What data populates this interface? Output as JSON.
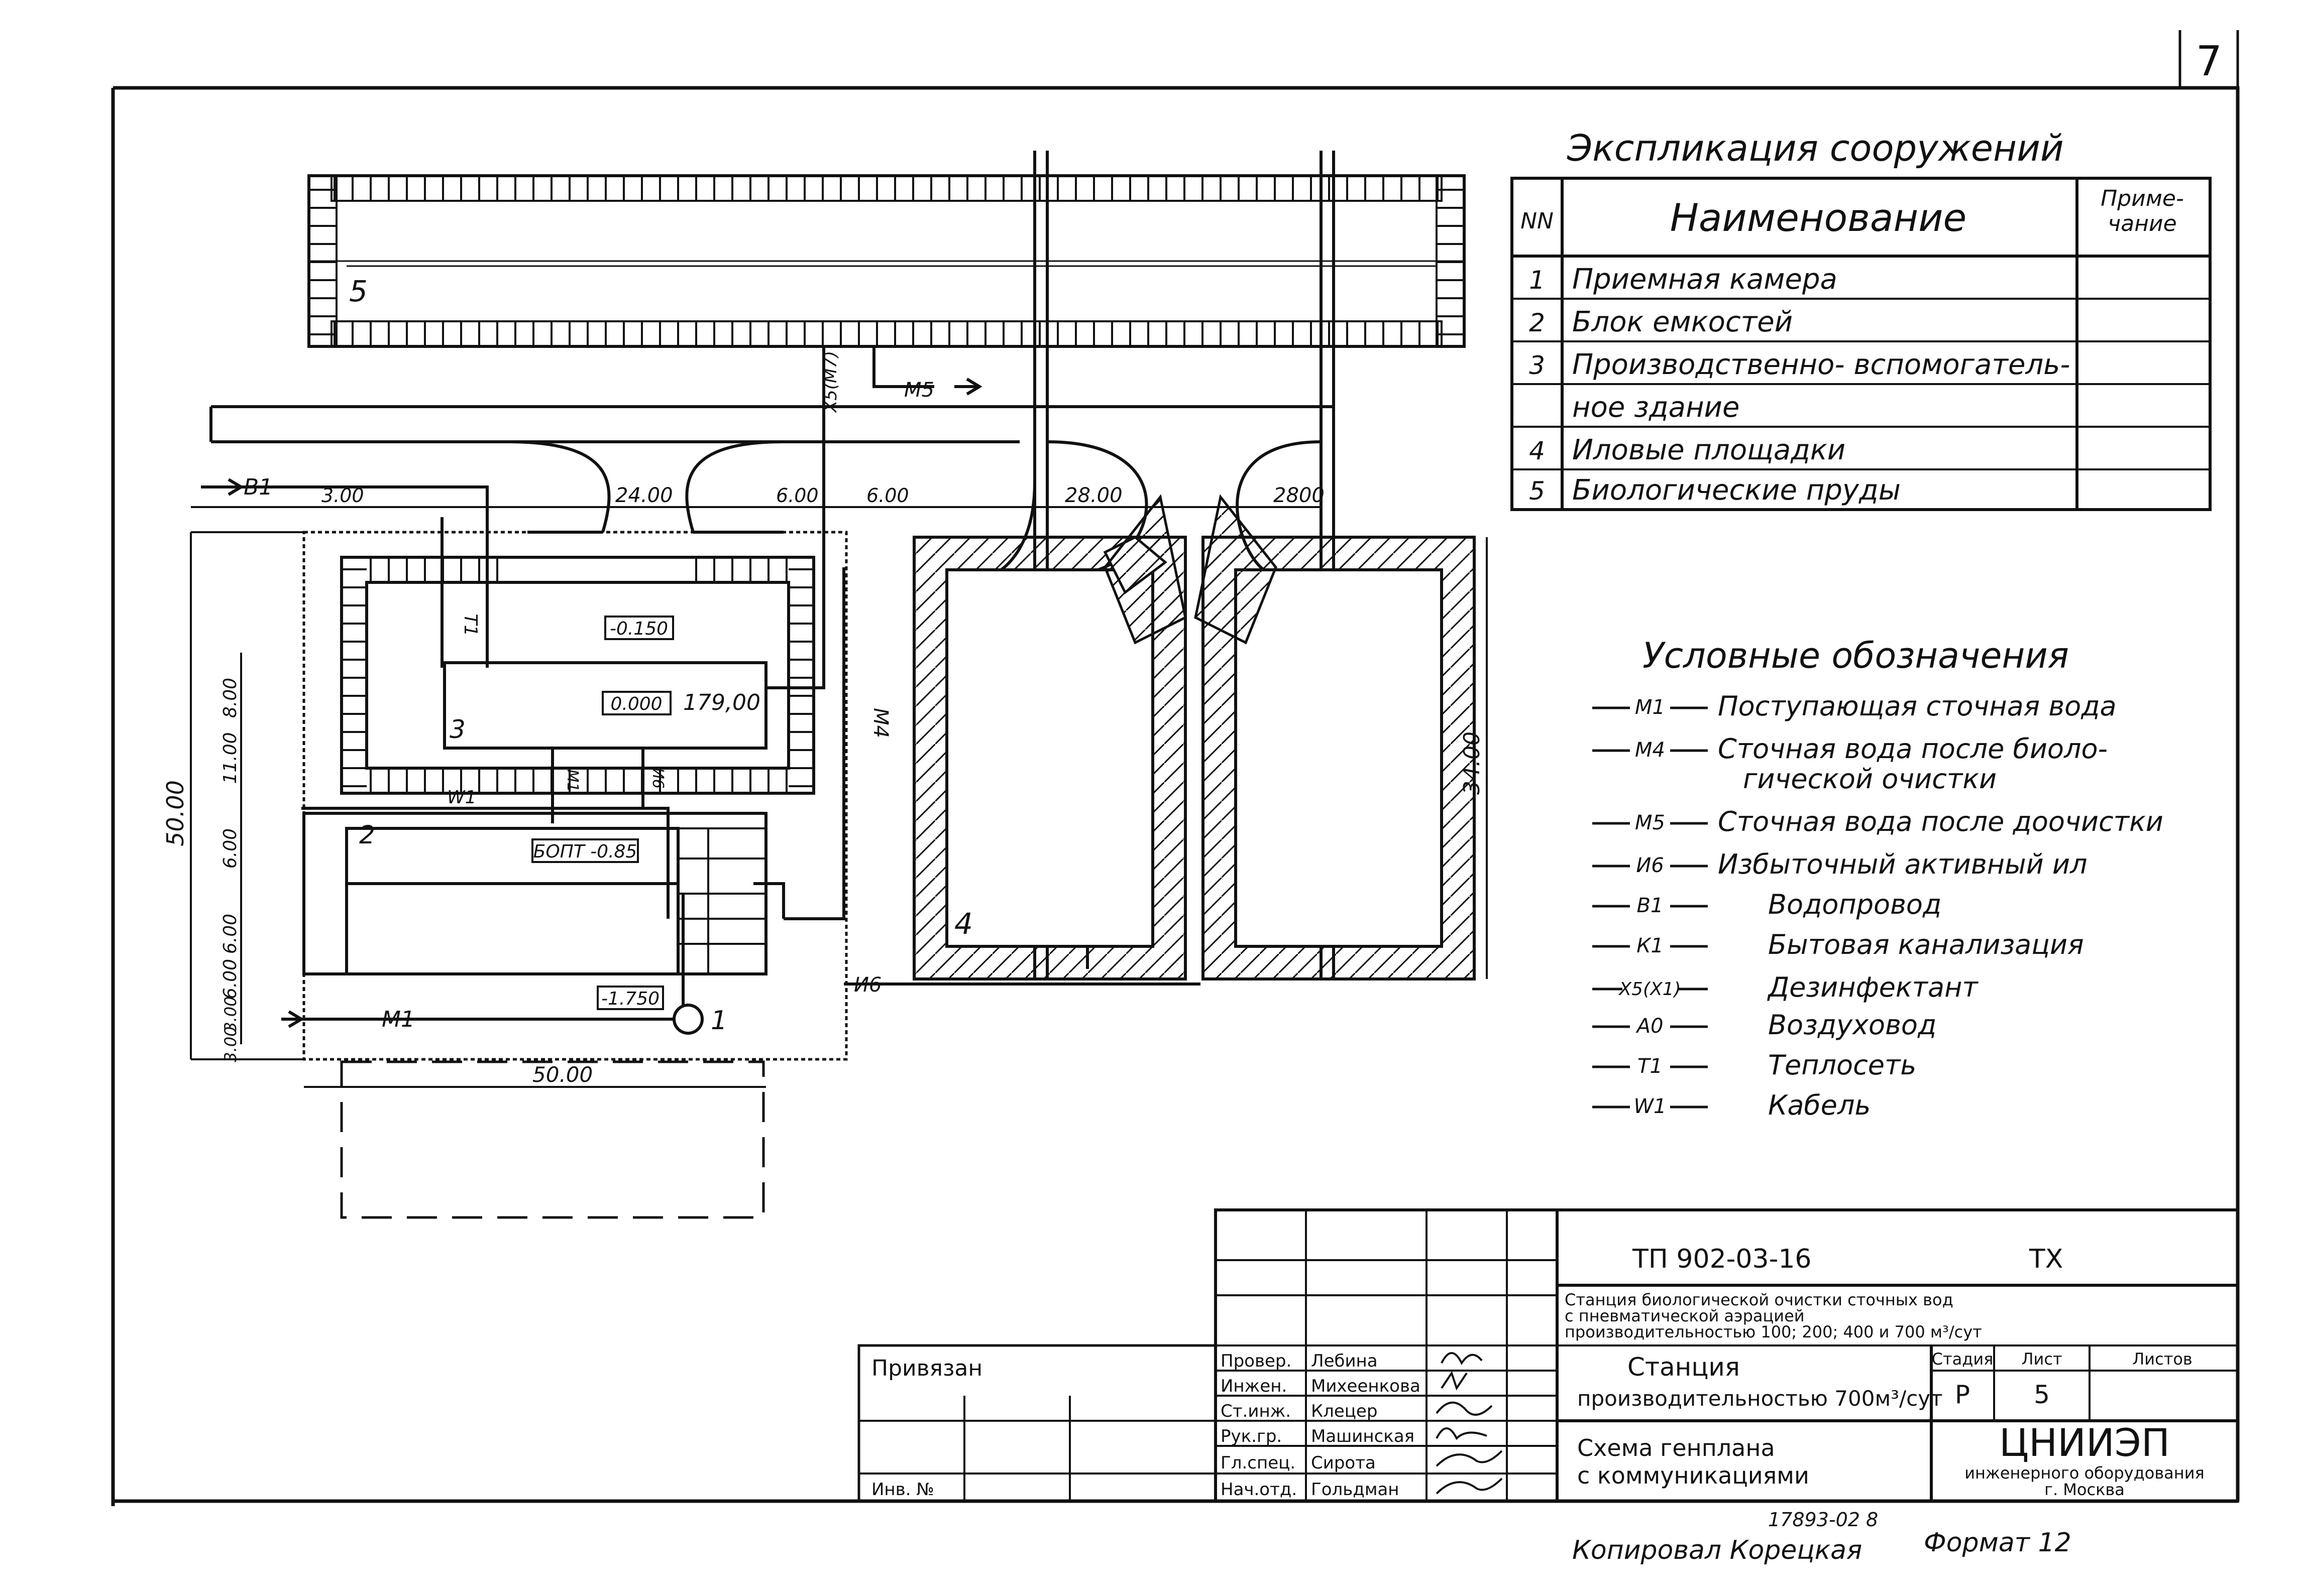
{
  "sheet_number": "7",
  "explication": {
    "title": "Экспликация сооружений",
    "headers": {
      "nn": "NN",
      "name": "Наименование",
      "note_line1": "Приме-",
      "note_line2": "чание"
    },
    "rows": [
      {
        "n": "1",
        "name": "Приемная камера"
      },
      {
        "n": "2",
        "name": "Блок емкостей"
      },
      {
        "n": "3",
        "name": "Производственно- вспомогатель-"
      },
      {
        "n": "",
        "name": "ное здание"
      },
      {
        "n": "4",
        "name": "Иловые площадки"
      },
      {
        "n": "5",
        "name": "Биологические пруды"
      }
    ]
  },
  "legend": {
    "title": "Условные обозначения",
    "items": [
      {
        "code": "М1",
        "text": "Поступающая сточная вода"
      },
      {
        "code": "М4",
        "text": "Сточная вода после биоло-"
      },
      {
        "code": "",
        "text": "гической очистки"
      },
      {
        "code": "М5",
        "text": "Сточная вода после доочистки"
      },
      {
        "code": "И6",
        "text": "Избыточный активный ил"
      },
      {
        "code": "В1",
        "text": "Водопровод"
      },
      {
        "code": "К1",
        "text": "Бытовая канализация"
      },
      {
        "code": "Х5(Х1)",
        "text": "Дезинфектант"
      },
      {
        "code": "А0",
        "text": "Воздуховод"
      },
      {
        "code": "Т1",
        "text": "Теплосеть"
      },
      {
        "code": "W1",
        "text": "Кабель"
      }
    ]
  },
  "plan": {
    "structure_labels": {
      "s1": "1",
      "s2": "2",
      "s3": "3",
      "s4": "4",
      "s5": "5"
    },
    "dimensions": {
      "d300": "3.00",
      "d2400": "24.00",
      "d600a": "6.00",
      "d600b": "6.00",
      "d2800a": "28.00",
      "d2800b": "2800",
      "d5000v": "50.00",
      "d5000h": "50.00",
      "d3400": "34.00",
      "v800": "8.00",
      "v1100": "11.00",
      "v600a": "6.00",
      "v600b": "6.00",
      "v600c": "6.00",
      "v300a": "3.00",
      "v300b": "3.00"
    },
    "elevations": {
      "e1": "-0.150",
      "e2": "0.000",
      "e2b": "179,00",
      "e3": "БОПТ -0.85",
      "e4": "-1.750"
    },
    "pipe_labels": {
      "m1": "М1",
      "m4": "М4",
      "m5": "М5",
      "b1": "В1",
      "i6": "И6",
      "t1": "Т1",
      "w1": "W1",
      "x5": "Х5(М7)",
      "a1": "М1",
      "a2": "И6"
    }
  },
  "title_block": {
    "code": "ТП 902-03-16",
    "mark": "ТХ",
    "description": [
      "Станция биологической очистки сточных вод",
      "с пневматической аэрацией",
      "производительностью 100; 200; 400 и 700 м³/сут"
    ],
    "station_line1": "Станция",
    "station_line2": "производительностью 700м³/сут",
    "stage_label": "Стадия",
    "stage_value": "Р",
    "sheet_label": "Лист",
    "sheet_value": "5",
    "sheets_label": "Листов",
    "sheets_value": "",
    "drawing_title_line1": "Схема генплана",
    "drawing_title_line2": "с коммуникациями",
    "org_name": "ЦНИИЭП",
    "org_sub1": "инженерного оборудования",
    "org_sub2": "г. Москва",
    "privyazan": "Привязан",
    "inv_no": "Инв. №",
    "staff": [
      {
        "role": "Провер.",
        "name": "Лебина"
      },
      {
        "role": "Инжен.",
        "name": "Михеенкова"
      },
      {
        "role": "Ст.инж.",
        "name": "Клецер"
      },
      {
        "role": "Рук.гр.",
        "name": "Машинская"
      },
      {
        "role": "Гл.спец.",
        "name": "Сирота"
      },
      {
        "role": "Нач.отд.",
        "name": "Гольдман"
      }
    ]
  },
  "footer": {
    "copied": "Копировал Корецкая",
    "format": "Формат 12",
    "archive": "17893-02 8"
  }
}
